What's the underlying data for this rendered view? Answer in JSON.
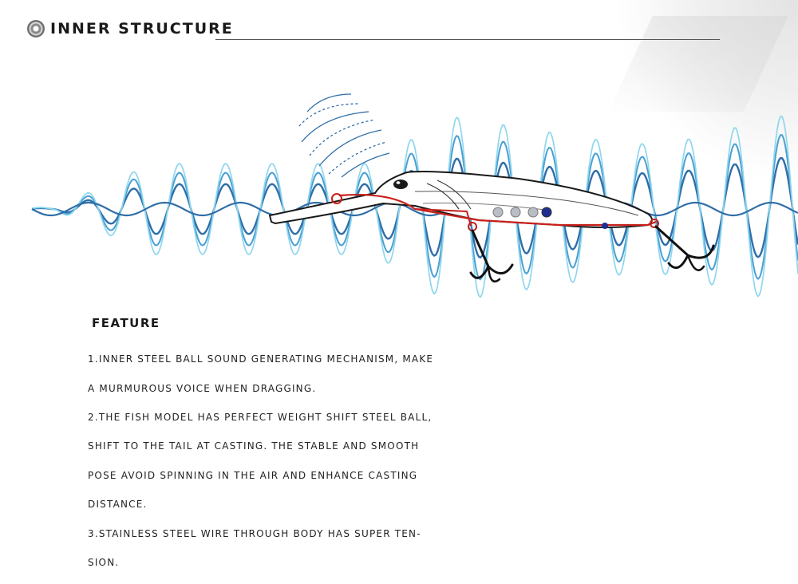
{
  "header": {
    "title": "INNER STRUCTURE",
    "icon": "circle-ring-icon"
  },
  "feature": {
    "title": "FEATURE",
    "lines": [
      "1.INNER STEEL BALL SOUND GENERATING MECHANISM, MAKE",
      "A MURMUROUS VOICE WHEN DRAGGING.",
      "2.THE FISH MODEL HAS PERFECT WEIGHT SHIFT STEEL BALL,",
      "SHIFT TO THE TAIL AT CASTING. THE STABLE AND SMOOTH",
      "POSE AVOID SPINNING IN THE AIR AND ENHANCE CASTING",
      "DISTANCE.",
      "3.STAINLESS STEEL WIRE THROUGH BODY HAS SUPER TEN-",
      "SION."
    ]
  },
  "colors": {
    "wave_dark": "#2f6ea8",
    "wave_mid": "#4aa0d2",
    "wave_light": "#8fd6ee",
    "wire_red": "#c8201c",
    "steel_ball": "#b9bec5",
    "blue_ball": "#1f2f8f"
  },
  "icons": [
    "sound-waves-icon",
    "fishing-lure-icon",
    "treble-hook-icon"
  ]
}
